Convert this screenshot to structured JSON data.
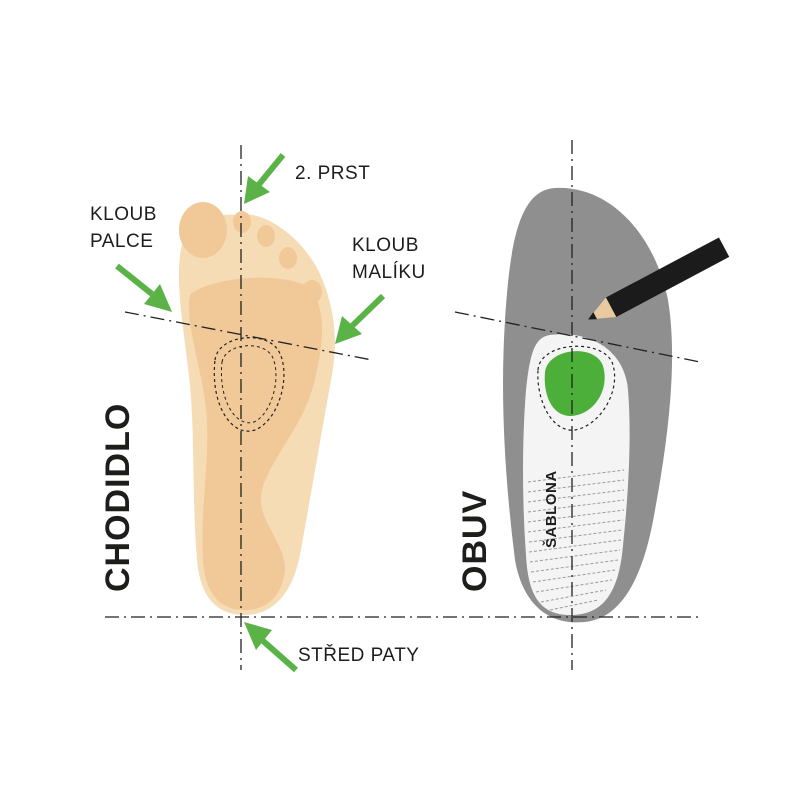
{
  "labels": {
    "second_toe": "2. PRST",
    "big_toe_joint_line1": "KLOUB",
    "big_toe_joint_line2": "PALCE",
    "little_toe_joint_line1": "KLOUB",
    "little_toe_joint_line2": "MALÍKU",
    "heel_center": "STŘED PATY",
    "foot_title": "CHODIDLO",
    "shoe_title": "OBUV",
    "template_label": "ŠABLONA"
  },
  "colors": {
    "arrow": "#5bb246",
    "green_mark": "#4caf39",
    "foot_outer": "#f6dcb4",
    "foot_inner": "#f1c998",
    "shoe_outer": "#8f8f8f",
    "shoe_inner": "#f4f4f4",
    "guide_line": "#222222",
    "pencil": "#1b1b1b",
    "pencil_wood": "#e9c9a0",
    "text": "#1d1d1b"
  }
}
